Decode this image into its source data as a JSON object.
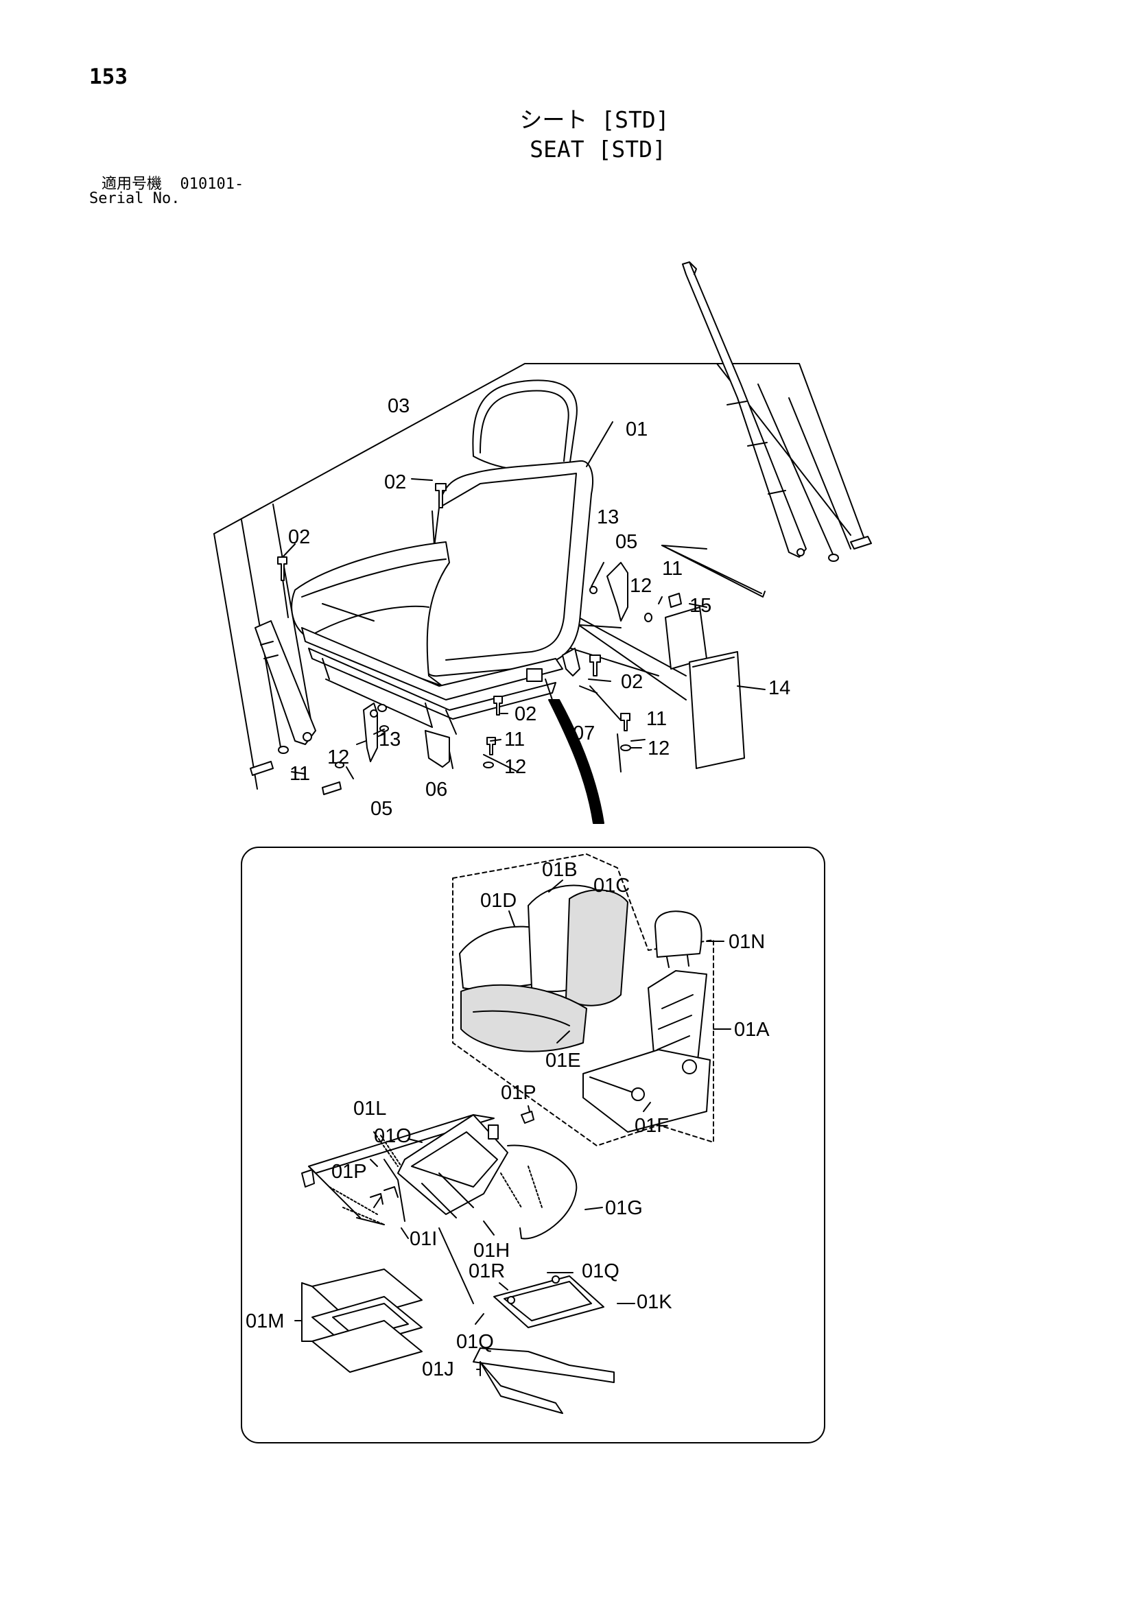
{
  "page": {
    "number": "153",
    "title_ja": "シート [STD]",
    "title_en": "SEAT [STD]",
    "serial_label_ja": "適用号機",
    "serial_value": "010101-",
    "serial_label_en": "Serial No."
  },
  "callouts": {
    "c01": "01",
    "c02a": "02",
    "c02b": "02",
    "c02c": "02",
    "c02d": "02",
    "c03": "03",
    "c05a": "05",
    "c05b": "05",
    "c06": "06",
    "c07": "07",
    "c11a": "11",
    "c11b": "11",
    "c11c": "11",
    "c11d": "11",
    "c12a": "12",
    "c12b": "12",
    "c12c": "12",
    "c12d": "12",
    "c13a": "13",
    "c13b": "13",
    "c14": "14",
    "c15": "15"
  },
  "detail_callouts": {
    "d01A": "01A",
    "d01B": "01B",
    "d01C": "01C",
    "d01D": "01D",
    "d01E": "01E",
    "d01F": "01F",
    "d01G": "01G",
    "d01H": "01H",
    "d01I": "01I",
    "d01J": "01J",
    "d01K": "01K",
    "d01L": "01L",
    "d01M": "01M",
    "d01N": "01N",
    "d01O": "01O",
    "d01Pa": "01P",
    "d01Pb": "01P",
    "d01Qa": "01Q",
    "d01Qb": "01Q",
    "d01R": "01R"
  }
}
